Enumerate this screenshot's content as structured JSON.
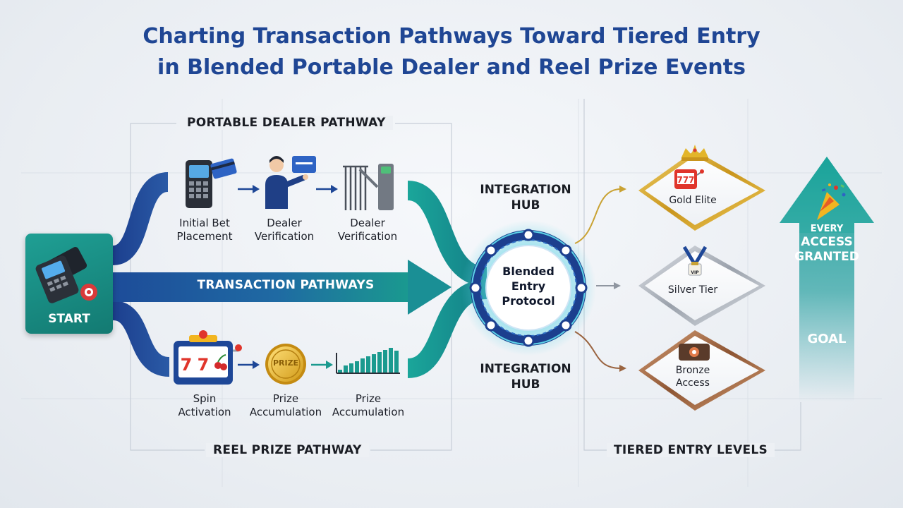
{
  "title": {
    "line1": "Charting Transaction Pathways Toward Tiered Entry",
    "line2": "in Blended Portable Dealer and Reel Prize Events"
  },
  "start": {
    "label": "START"
  },
  "portable_dealer": {
    "label": "PORTABLE DEALER PATHWAY",
    "steps": [
      {
        "line1": "Initial Bet",
        "line2": "Placement"
      },
      {
        "line1": "Dealer",
        "line2": "Verification"
      },
      {
        "line1": "Dealer",
        "line2": "Verification"
      }
    ]
  },
  "transaction": {
    "label": "TRANSACTION PATHWAYS"
  },
  "reel_prize": {
    "label": "REEL PRIZE PATHWAY",
    "steps": [
      {
        "line1": "Spin",
        "line2": "Activation"
      },
      {
        "line1": "Prize",
        "line2": "Accumulation"
      },
      {
        "line1": "Prize",
        "line2": "Accumulation"
      }
    ],
    "coin_text": "PRIZE"
  },
  "hub": {
    "top_line1": "INTEGRATION",
    "top_line2": "HUB",
    "bottom_line1": "INTEGRATION",
    "bottom_line2": "HUB",
    "protocol_line1": "Blended",
    "protocol_line2": "Entry",
    "protocol_line3": "Protocol"
  },
  "tiers": {
    "label": "TIERED ENTRY LEVELS",
    "gold": {
      "line1": "Gold Elite",
      "color": "#d4a926"
    },
    "silver": {
      "line1": "Silver Tier",
      "color": "#a7adb6",
      "badge": "VIP"
    },
    "bronze": {
      "line1": "Bronze",
      "line2": "Access",
      "color": "#a8714a"
    }
  },
  "goal": {
    "line1": "EVERY",
    "line2": "ACCESS",
    "line3": "GRANTED",
    "goal_label": "GOAL"
  },
  "colors": {
    "title": "#1f4694",
    "navy": "#1e4797",
    "teal": "#1a9a8f",
    "start": "#1a8f86"
  }
}
